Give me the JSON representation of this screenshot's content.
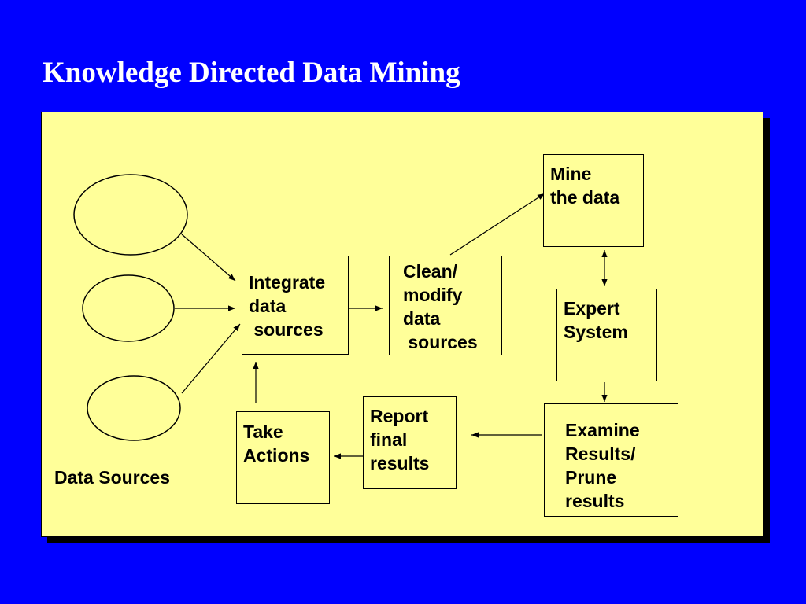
{
  "slide": {
    "title": "Knowledge Directed Data Mining"
  },
  "diagram": {
    "data_sources_label": "Data Sources",
    "integrate": "Integrate\ndata\n sources",
    "clean": "Clean/\nmodify\ndata\n sources",
    "mine": "Mine\nthe data",
    "expert": "Expert\nSystem",
    "examine": "Examine\nResults/\nPrune\nresults",
    "report": "Report\nfinal\nresults",
    "take": "Take\nActions"
  },
  "colors": {
    "background": "#0000ff",
    "panel": "#ffff99",
    "title": "#ffffff"
  }
}
